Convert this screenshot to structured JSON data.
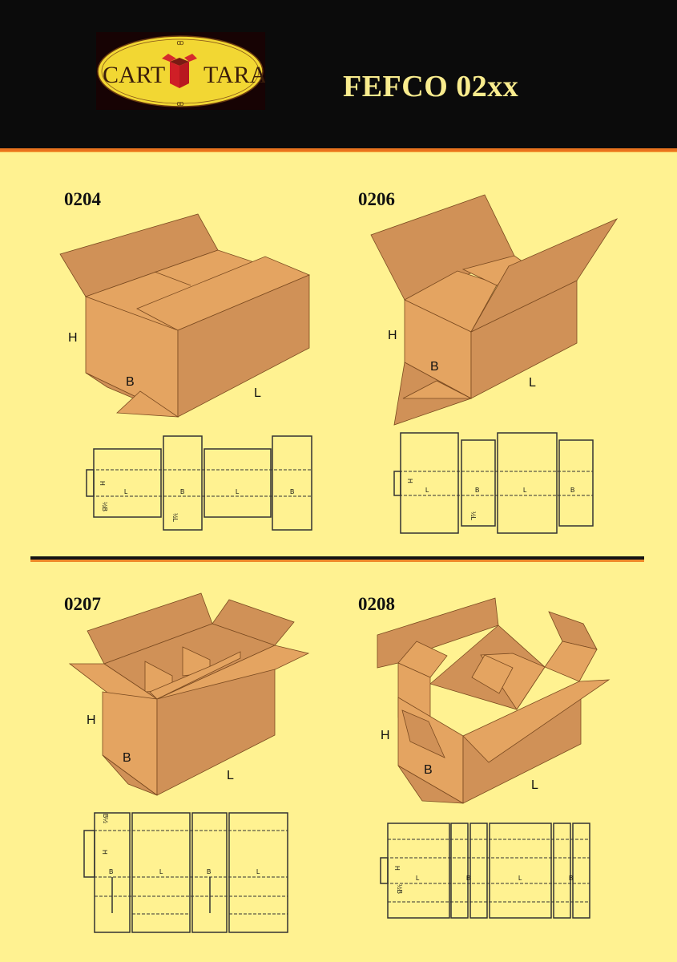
{
  "header": {
    "logo": {
      "left_text": "CART",
      "right_text": "TARA",
      "icon": "open-box-icon"
    },
    "title": "FEFCO 02xx"
  },
  "colors": {
    "background": "#fff291",
    "header_bg": "#0b0b0b",
    "title_color": "#f9ec8e",
    "accent_stripe": "#e9731e",
    "box_light": "#e4a461",
    "box_dark": "#d09157",
    "logo_oval": "#f2d733",
    "logo_box_red": "#cf1f26"
  },
  "models": [
    {
      "code": "0204",
      "box_labels": {
        "height": "H",
        "width": "B",
        "length": "L"
      },
      "dieline_labels": [
        "H",
        "L",
        "B",
        "L",
        "B",
        "½B",
        "½L"
      ]
    },
    {
      "code": "0206",
      "box_labels": {
        "height": "H",
        "width": "B",
        "length": "L"
      },
      "dieline_labels": [
        "H",
        "L",
        "B",
        "L",
        "B",
        "½L"
      ]
    },
    {
      "code": "0207",
      "box_labels": {
        "height": "H",
        "width": "B",
        "length": "L"
      },
      "dieline_labels": [
        "B½",
        "H",
        "B",
        "L",
        "B",
        "L"
      ]
    },
    {
      "code": "0208",
      "box_labels": {
        "height": "H",
        "width": "B",
        "length": "L"
      },
      "dieline_labels": [
        "H",
        "L",
        "B",
        "L",
        "B",
        "½B"
      ]
    }
  ]
}
